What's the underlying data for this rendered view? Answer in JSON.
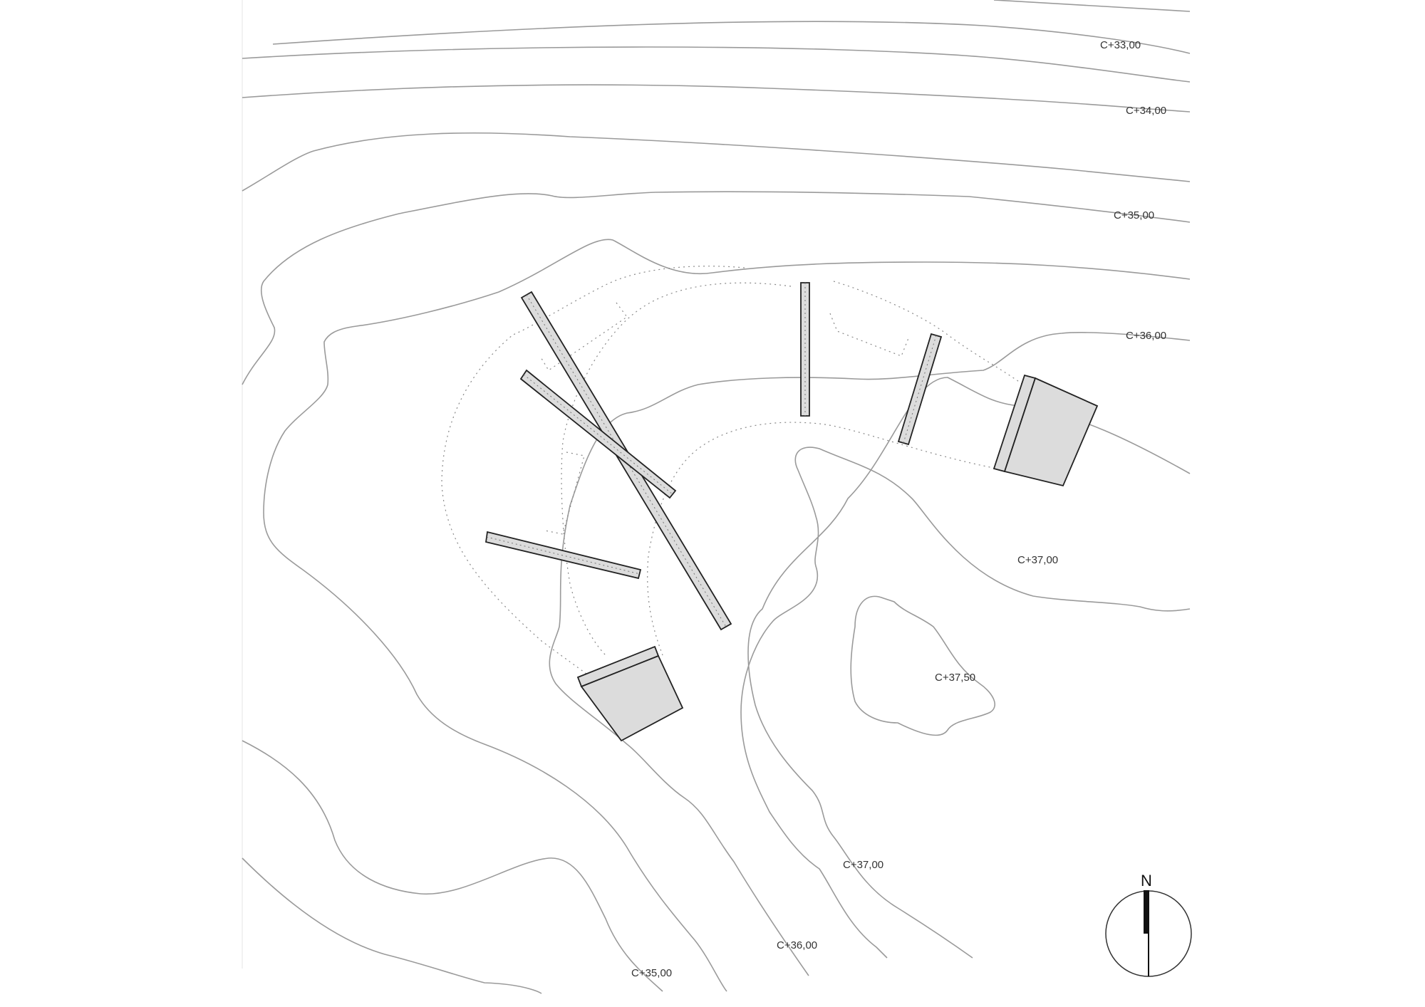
{
  "site_plan": {
    "contour_labels": [
      {
        "id": "c33-north",
        "text": "C+33,00"
      },
      {
        "id": "c34-north",
        "text": "C+34,00"
      },
      {
        "id": "c35-north",
        "text": "C+35,00"
      },
      {
        "id": "c36-north",
        "text": "C+36,00"
      },
      {
        "id": "c37-east",
        "text": "C+37,00"
      },
      {
        "id": "c3750-knoll",
        "text": "C+37,50"
      },
      {
        "id": "c37-south",
        "text": "C+37,00"
      },
      {
        "id": "c36-south",
        "text": "C+36,00"
      },
      {
        "id": "c35-south",
        "text": "C+35,00"
      }
    ],
    "north_arrow": {
      "letter": "N"
    }
  }
}
